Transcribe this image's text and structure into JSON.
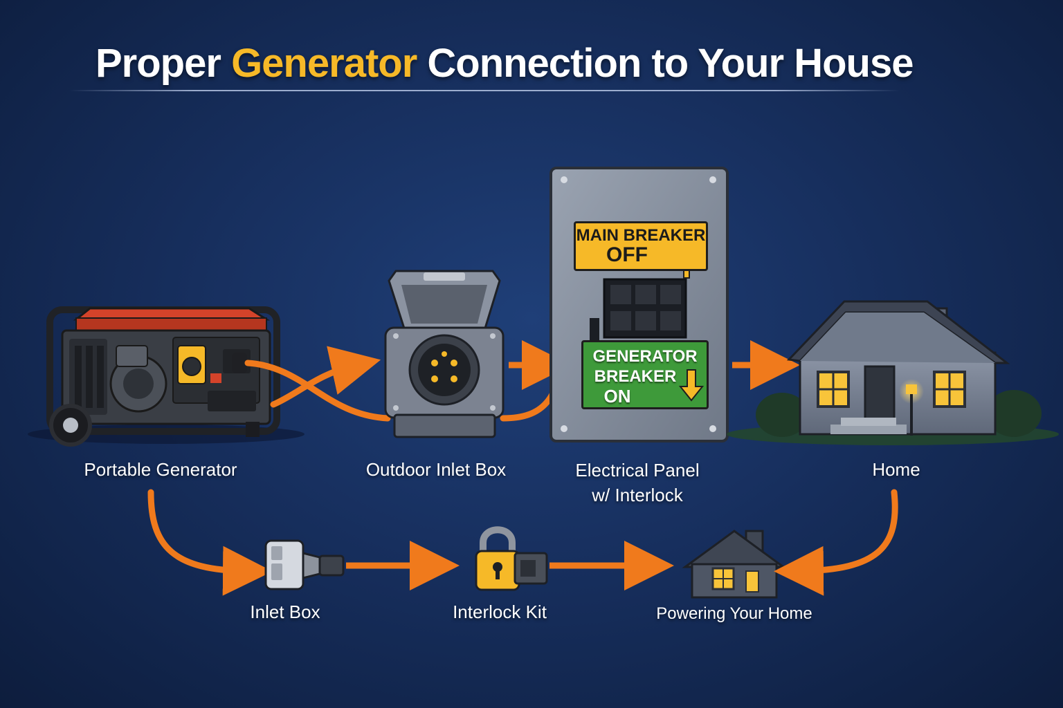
{
  "title": {
    "part1": "Proper ",
    "highlight": "Generator",
    "part2": " Connection to Your House"
  },
  "components": [
    {
      "label": "Portable Generator"
    },
    {
      "label": "Outdoor Inlet Box"
    },
    {
      "label_line1": "Electrical Panel",
      "label_line2": "w/ Interlock"
    },
    {
      "label": "Home"
    }
  ],
  "panel_signs": {
    "main_breaker_line1": "MAIN BREAKER",
    "main_breaker_line2": "OFF",
    "generator_breaker_line1": "GENERATOR",
    "generator_breaker_line2": "BREAKER",
    "generator_breaker_line3": "ON"
  },
  "bottom_steps": [
    {
      "label": "Inlet Box"
    },
    {
      "label": "Interlock Kit"
    },
    {
      "label": "Powering Your Home"
    }
  ],
  "colors": {
    "background": "#172f5e",
    "highlight_yellow": "#f6b928",
    "arrow_orange": "#f07a1c",
    "breaker_on_green": "#3e9a3a",
    "window_glow": "#f8c43a"
  },
  "icons": [
    "generator-icon",
    "inlet-box-icon",
    "electrical-panel-icon",
    "house-icon",
    "plug-icon",
    "padlock-icon",
    "small-house-icon"
  ]
}
